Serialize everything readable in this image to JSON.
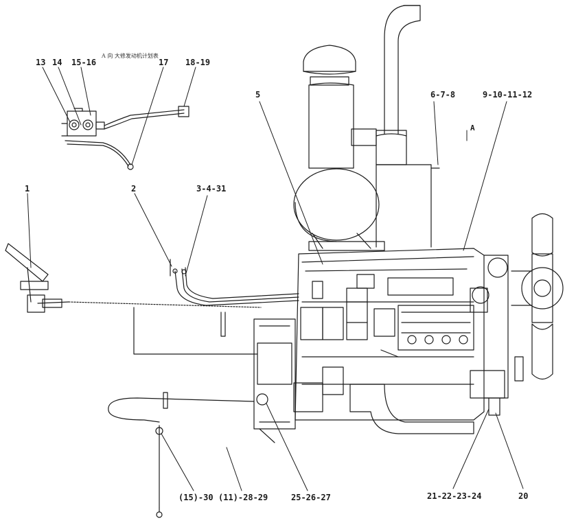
{
  "detail_note": "A 向 大修发动机计划表",
  "view_label": "A",
  "callouts": {
    "c13": "13",
    "c14": "14",
    "c15_16": "15-16",
    "c17": "17",
    "c18_19": "18-19",
    "c1": "1",
    "c2": "2",
    "c3_4_31": "3-4-31",
    "c5": "5",
    "c6_7_8": "6-7-8",
    "c9_10_11_12": "9-10-11-12",
    "c15_30": "(15)-30",
    "c11_28_29": "(11)-28-29",
    "c25_26_27": "25-26-27",
    "c21_22_23_24": "21-22-23-24",
    "c20": "20"
  },
  "colors": {
    "ink": "#1b1b1b",
    "paper": "#ffffff",
    "shade": "#6a6a6a"
  }
}
